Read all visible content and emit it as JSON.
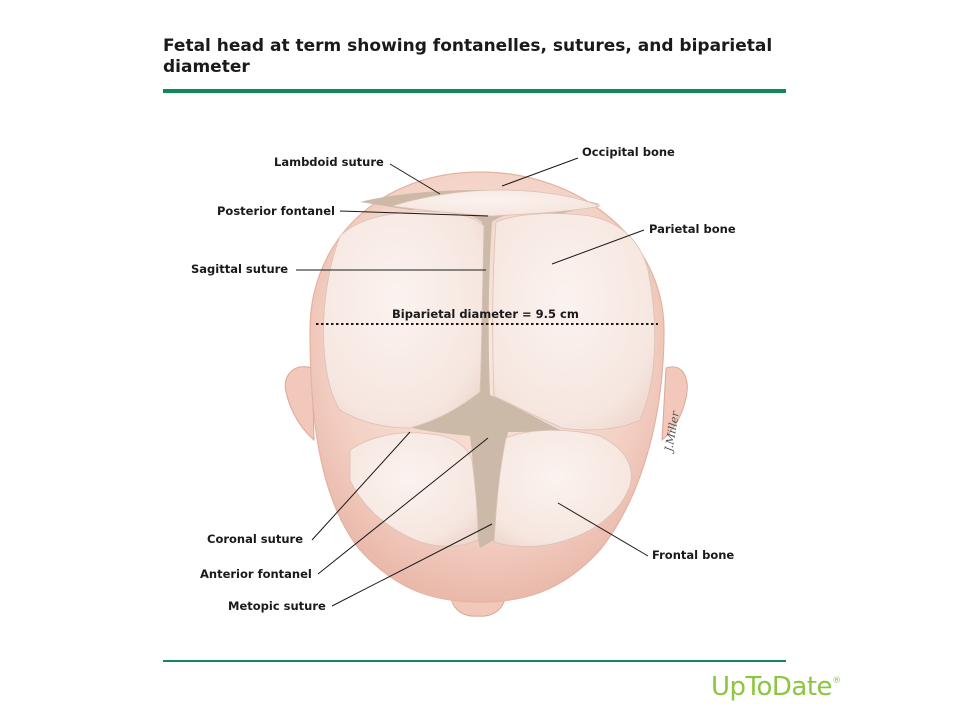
{
  "title": "Fetal head at term showing fontanelles, sutures, and biparietal diameter",
  "labels": {
    "lambdoid_suture": "Lambdoid suture",
    "occipital_bone": "Occipital bone",
    "posterior_fontanel": "Posterior fontanel",
    "parietal_bone": "Parietal bone",
    "sagittal_suture": "Sagittal suture",
    "biparietal_diameter": "Biparietal diameter = 9.5 cm",
    "coronal_suture": "Coronal suture",
    "anterior_fontanel": "Anterior fontanel",
    "metopic_suture": "Metopic suture",
    "frontal_bone": "Frontal bone"
  },
  "brand": {
    "name": "UpToDate",
    "mark": "®"
  },
  "colors": {
    "accent_rule": "#10895a",
    "brand": "#8cc63f",
    "skin": "#f3cfc4",
    "bone": "#f8ece6",
    "membrane": "#c9b7a7"
  }
}
